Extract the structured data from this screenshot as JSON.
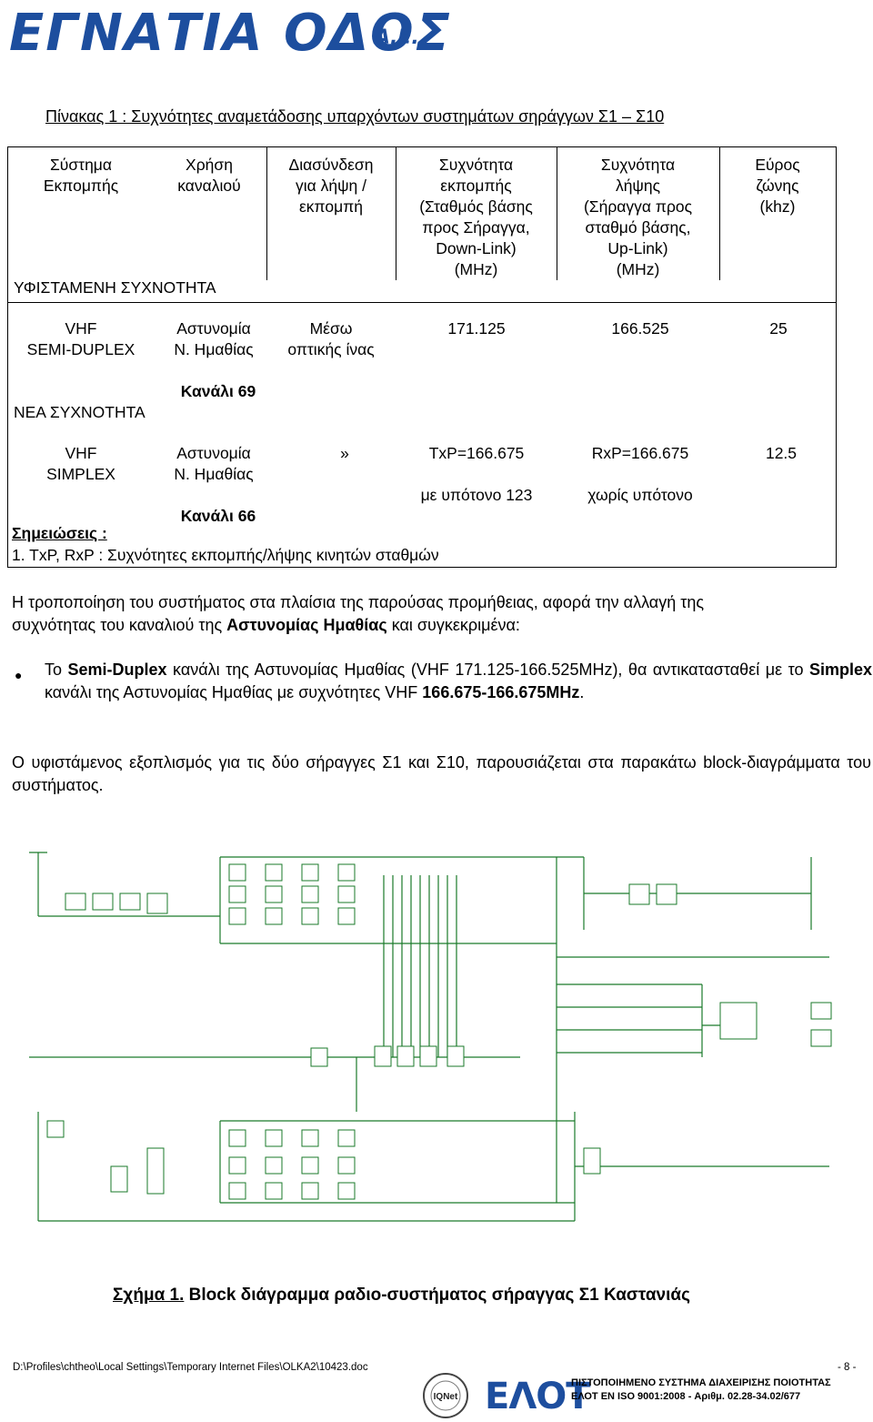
{
  "header": {
    "logo_text": "ΕΓΝΑΤΙΑ ΟΔΟΣ",
    "logo_suffix": "Α.Ε."
  },
  "table_title": "Πίνακας 1 : Συχνότητες αναμετάδοσης υπαρχόντων συστημάτων σηράγγων Σ1 – Σ10",
  "table": {
    "headers": {
      "c1": [
        "Σύστημα",
        "Εκπομπής"
      ],
      "c2": [
        "Χρήση",
        "καναλιού"
      ],
      "c3": [
        "Διασύνδεση",
        "για λήψη /",
        "εκπομπή"
      ],
      "c4": [
        "Συχνότητα",
        "εκπομπής",
        "(Σταθμός βάσης",
        "προς Σήραγγα,",
        "Down-Link)",
        "(MHz)"
      ],
      "c5": [
        "Συχνότητα",
        "λήψης",
        "(Σήραγγα προς",
        "σταθμό βάσης,",
        "Up-Link)",
        "(MHz)"
      ],
      "c6": [
        "Εύρος",
        "ζώνης",
        "(khz)"
      ]
    },
    "section_existing": "ΥΦΙΣΤΑΜΕΝΗ ΣΥΧΝΟΤΗΤΑ",
    "row1": {
      "system": [
        "VHF",
        "SEMI-DUPLEX"
      ],
      "use": [
        "Αστυνομία",
        "Ν. Ημαθίας"
      ],
      "channel": "Κανάλι 69",
      "link": [
        "Μέσω",
        "οπτικής ίνας"
      ],
      "tx": "171.125",
      "rx": "166.525",
      "bw": "25"
    },
    "section_new": "ΝΕΑ ΣΥΧΝΟΤΗΤΑ",
    "row2": {
      "system": [
        "VHF",
        "SIMPLEX"
      ],
      "use": [
        "Αστυνομία",
        "Ν. Ημαθίας"
      ],
      "channel": "Κανάλι 66",
      "link": "»",
      "tx": "TxP=166.675",
      "tx_note": "με υπότονο 123",
      "rx": "RxP=166.675",
      "rx_note": "χωρίς υπότονο",
      "bw": "12.5"
    },
    "notes_label": "Σημειώσεις :",
    "note1": "1.  TxP, RxP : Συχνότητες εκπομπής/λήψης κινητών σταθμών"
  },
  "body": {
    "p1_line1_a": "Η τροποποίηση του συστήματος στα πλαίσια της παρούσας προμήθειας, αφορά την αλλαγή της",
    "p1_line2_a": "συχνότητας του καναλιού της ",
    "p1_line2_b": "Αστυνομίας Ημαθίας",
    "p1_line2_c": " και συγκεκριμένα:",
    "bullet_a": "Το ",
    "bullet_b": "Semi-Duplex",
    "bullet_c": " κανάλι της Αστυνομίας Ημαθίας (VHF 171.125-166.525MHz), θα αντικατασταθεί με το ",
    "bullet_d": "Simplex",
    "bullet_e": " κανάλι της Αστυνομίας Ημαθίας με συχνότητες VHF ",
    "bullet_f": "166.675-166.675MHz",
    "bullet_g": ".",
    "p2": "Ο υφιστάμενος εξοπλισμός για τις δύο σήραγγες Σ1 και Σ10, παρουσιάζεται στα παρακάτω block-διαγράμματα του συστήματος."
  },
  "figure": {
    "caption_label": "Σχήμα 1.",
    "caption_text": " Block διάγραμμα ραδιο-συστήματος σήραγγας Σ1 Καστανιάς"
  },
  "footer": {
    "path": "D:\\Profiles\\chtheo\\Local Settings\\Temporary Internet Files\\OLKA2\\10423.doc",
    "page": "- 8 -",
    "cert_badge": "IQNet",
    "elot": "ΕΛΟΤ",
    "qms_line1": "ΠΙΣΤΟΠΟΙΗΜΕΝΟ ΣΥΣΤΗΜΑ ΔΙΑΧΕΙΡΙΣΗΣ ΠΟΙΟΤΗΤΑΣ",
    "qms_line2": "ΕΛΟΤ EN ISO 9001:2008 - Αριθμ. 02.28-34.02/677"
  },
  "colors": {
    "brand_blue": "#1d4e9e",
    "diagram_green": "#1a7a2a"
  }
}
